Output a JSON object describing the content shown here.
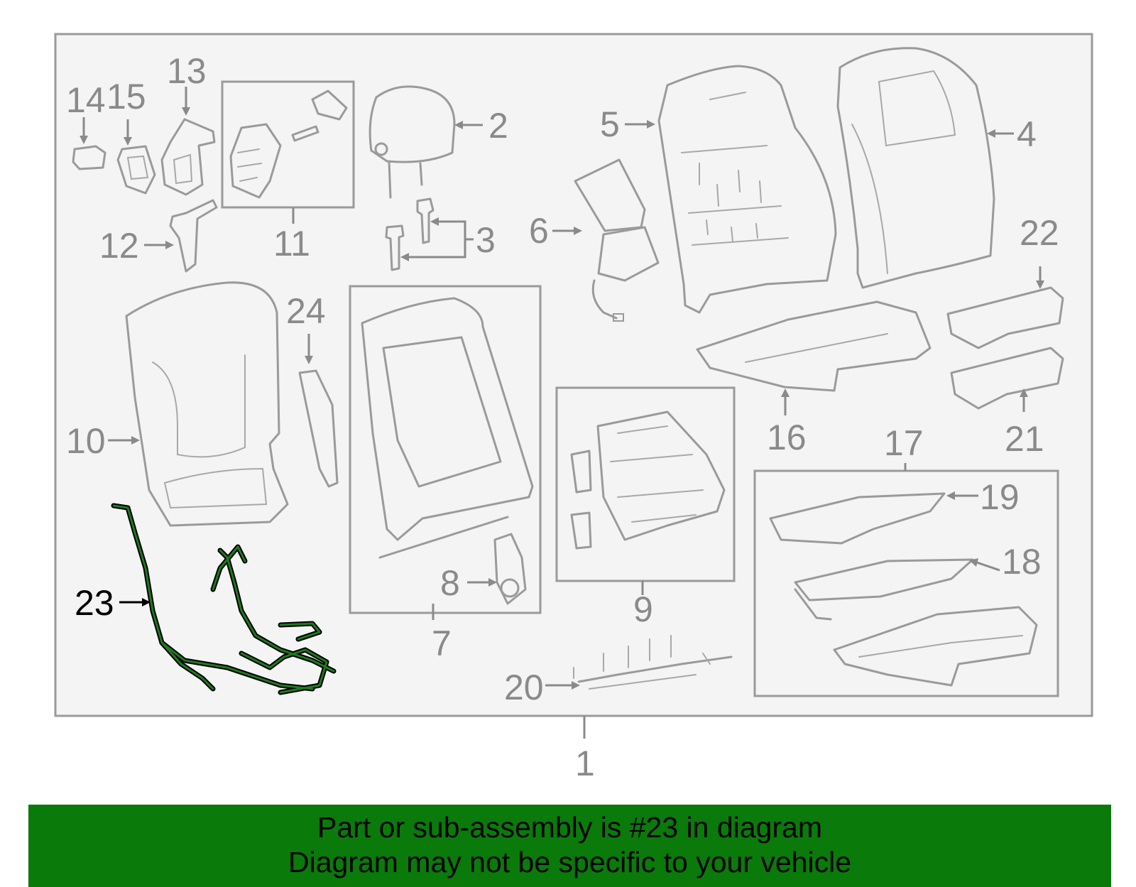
{
  "callouts": {
    "c1": "1",
    "c2": "2",
    "c3": "3",
    "c4": "4",
    "c5": "5",
    "c6": "6",
    "c7": "7",
    "c8": "8",
    "c9": "9",
    "c10": "10",
    "c11": "11",
    "c12": "12",
    "c13": "13",
    "c14": "14",
    "c15": "15",
    "c16": "16",
    "c17": "17",
    "c18": "18",
    "c19": "19",
    "c20": "20",
    "c21": "21",
    "c22": "22",
    "c23": "23",
    "c24": "24"
  },
  "highlight_part": "23",
  "colors": {
    "banner": "#0a7a0a",
    "highlight": "#1f7a1f",
    "outline": "#9a9a9a",
    "panel": "#f4f4f4"
  },
  "banner": {
    "line1": "Part or sub-assembly is #23 in diagram",
    "line2": "Diagram may not be specific to your vehicle"
  }
}
